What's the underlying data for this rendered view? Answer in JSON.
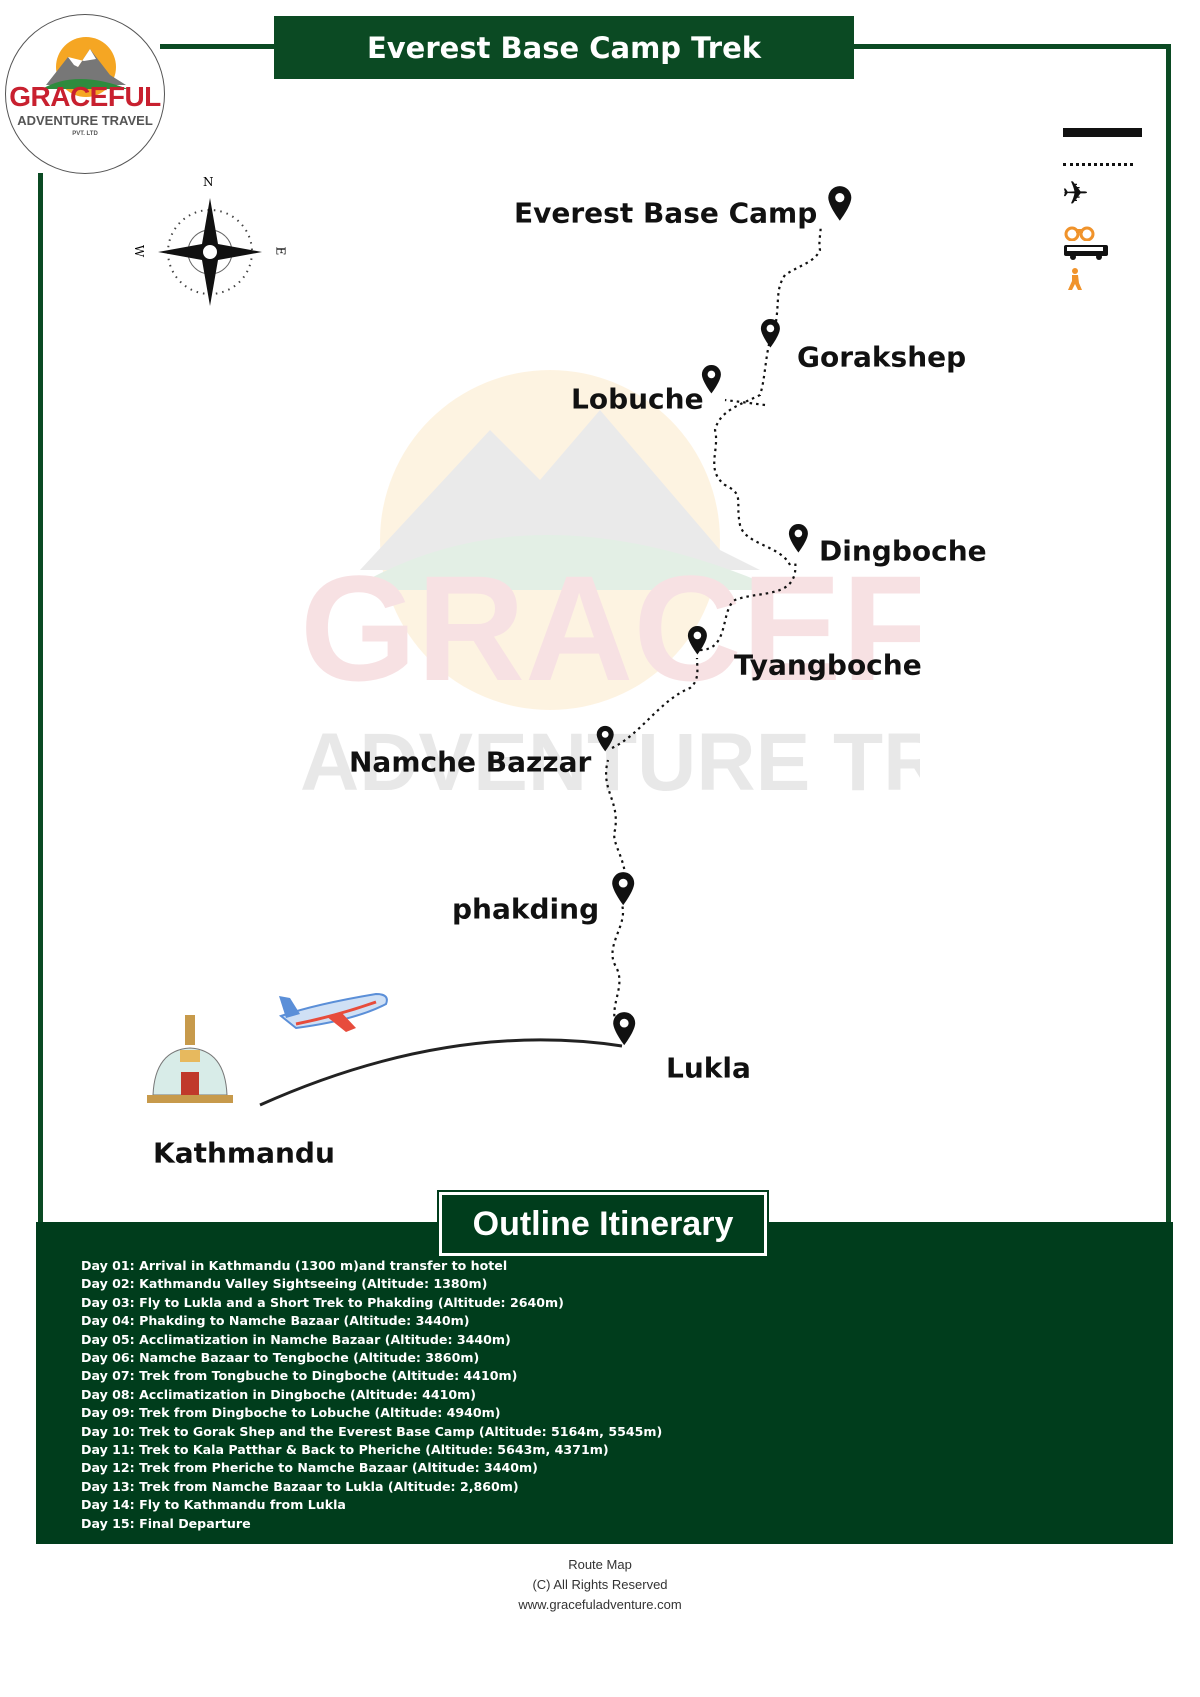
{
  "header": {
    "title": "Everest Base Camp Trek"
  },
  "logo": {
    "name": "GRACEFUL",
    "subtitle": "ADVENTURE TRAVEL",
    "tag": "PVT. LTD"
  },
  "compass": {
    "n": "N",
    "e": "E",
    "w": "W"
  },
  "legend": {
    "icons": [
      "road-line-icon",
      "trek-dotted-line-icon",
      "airplane-icon",
      "binoculars-icon",
      "bus-icon",
      "hiker-icon"
    ],
    "colors": {
      "black": "#111111",
      "orange": "#f0932b"
    }
  },
  "places": {
    "ebc": "Everest Base Camp",
    "gorakshep": "Gorakshep",
    "lobuche": "Lobuche",
    "dingboche": "Dingboche",
    "tyangboche": "Tyangboche",
    "namche": "Namche Bazzar",
    "phakding": "phakding",
    "lukla": "Lukla",
    "kathmandu": "Kathmandu"
  },
  "itinerary": {
    "title": "Outline Itinerary",
    "days": [
      "Day 01: Arrival in Kathmandu (1300 m)and transfer to hotel",
      "Day 02: Kathmandu Valley Sightseeing (Altitude: 1380m)",
      "Day 03: Fly to Lukla and a Short Trek to Phakding (Altitude: 2640m)",
      "Day 04: Phakding to Namche Bazaar (Altitude: 3440m)",
      "Day 05: Acclimatization in Namche Bazaar (Altitude: 3440m)",
      "Day 06: Namche Bazaar to Tengboche (Altitude: 3860m)",
      "Day 07: Trek from Tongbuche to Dingboche (Altitude: 4410m)",
      "Day 08: Acclimatization in Dingboche (Altitude: 4410m)",
      "Day 09: Trek from Dingboche to Lobuche (Altitude: 4940m)",
      "Day 10: Trek to Gorak Shep and the Everest Base Camp (Altitude: 5164m, 5545m)",
      "Day 11: Trek to Kala Patthar & Back to Pheriche (Altitude: 5643m, 4371m)",
      "Day 12: Trek from Pheriche to Namche Bazaar (Altitude: 3440m)",
      "Day 13: Trek from Namche Bazaar to Lukla (Altitude: 2,860m)",
      "Day 14: Fly to Kathmandu from Lukla",
      "Day 15: Final Departure"
    ]
  },
  "footer": {
    "line1": "Route Map",
    "line2": "(C) All Rights Reserved",
    "line3": "www.gracefuladventure.com"
  },
  "colors": {
    "brand_green": "#0b4a23",
    "panel_green": "#003d1c",
    "logo_red": "#c8202f"
  }
}
